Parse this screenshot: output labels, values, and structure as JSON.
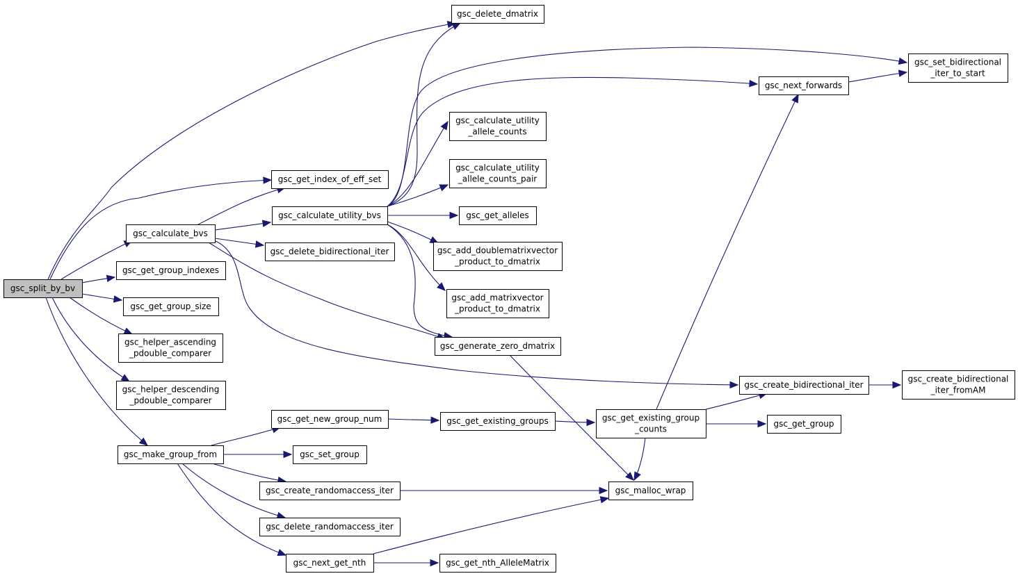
{
  "colors": {
    "edge": "#191970",
    "node_fill": "#ffffff",
    "root_fill": "#bfbfbf",
    "border": "#000000"
  },
  "nodes": [
    {
      "id": "split",
      "lines": [
        "gsc_split_by_bv"
      ],
      "root": true
    },
    {
      "id": "calc_bvs",
      "lines": [
        "gsc_calculate_bvs"
      ]
    },
    {
      "id": "grp_idx",
      "lines": [
        "gsc_get_group_indexes"
      ]
    },
    {
      "id": "grp_size",
      "lines": [
        "gsc_get_group_size"
      ]
    },
    {
      "id": "asc",
      "lines": [
        "gsc_helper_ascending",
        "_pdouble_comparer"
      ]
    },
    {
      "id": "desc",
      "lines": [
        "gsc_helper_descending",
        "_pdouble_comparer"
      ]
    },
    {
      "id": "make_grp",
      "lines": [
        "gsc_make_group_from"
      ]
    },
    {
      "id": "del_dm",
      "lines": [
        "gsc_delete_dmatrix"
      ]
    },
    {
      "id": "idx_eff",
      "lines": [
        "gsc_get_index_of_eff_set"
      ]
    },
    {
      "id": "calc_ubvs",
      "lines": [
        "gsc_calculate_utility_bvs"
      ]
    },
    {
      "id": "del_bi",
      "lines": [
        "gsc_delete_bidirectional_iter"
      ]
    },
    {
      "id": "new_grp",
      "lines": [
        "gsc_get_new_group_num"
      ]
    },
    {
      "id": "set_grp",
      "lines": [
        "gsc_set_group"
      ]
    },
    {
      "id": "create_ra",
      "lines": [
        "gsc_create_randomaccess_iter"
      ]
    },
    {
      "id": "del_ra",
      "lines": [
        "gsc_delete_randomaccess_iter"
      ]
    },
    {
      "id": "next_nth",
      "lines": [
        "gsc_next_get_nth"
      ]
    },
    {
      "id": "calc_uac",
      "lines": [
        "gsc_calculate_utility",
        "_allele_counts"
      ]
    },
    {
      "id": "calc_uacp",
      "lines": [
        "gsc_calculate_utility",
        "_allele_counts_pair"
      ]
    },
    {
      "id": "alleles",
      "lines": [
        "gsc_get_alleles"
      ]
    },
    {
      "id": "add_dmv",
      "lines": [
        "gsc_add_doublematrixvector",
        "_product_to_dmatrix"
      ]
    },
    {
      "id": "add_mv",
      "lines": [
        "gsc_add_matrixvector",
        "_product_to_dmatrix"
      ]
    },
    {
      "id": "gen_zero",
      "lines": [
        "gsc_generate_zero_dmatrix"
      ]
    },
    {
      "id": "exist_grps",
      "lines": [
        "gsc_get_existing_groups"
      ]
    },
    {
      "id": "nth_am",
      "lines": [
        "gsc_get_nth_AlleleMatrix"
      ]
    },
    {
      "id": "exist_cnt",
      "lines": [
        "gsc_get_existing_group",
        "_counts"
      ]
    },
    {
      "id": "malloc",
      "lines": [
        "gsc_malloc_wrap"
      ]
    },
    {
      "id": "next_fwd",
      "lines": [
        "gsc_next_forwards"
      ]
    },
    {
      "id": "create_bi",
      "lines": [
        "gsc_create_bidirectional_iter"
      ]
    },
    {
      "id": "get_grp",
      "lines": [
        "gsc_get_group"
      ]
    },
    {
      "id": "set_bi",
      "lines": [
        "gsc_set_bidirectional",
        "_iter_to_start"
      ]
    },
    {
      "id": "create_bi_am",
      "lines": [
        "gsc_create_bidirectional",
        "_iter_fromAM"
      ]
    }
  ],
  "edges": [
    {
      "from": "split",
      "to": "del_dm"
    },
    {
      "from": "split",
      "to": "idx_eff"
    },
    {
      "from": "split",
      "to": "calc_bvs"
    },
    {
      "from": "split",
      "to": "grp_idx"
    },
    {
      "from": "split",
      "to": "grp_size"
    },
    {
      "from": "split",
      "to": "asc"
    },
    {
      "from": "split",
      "to": "desc"
    },
    {
      "from": "split",
      "to": "make_grp"
    },
    {
      "from": "calc_bvs",
      "to": "idx_eff"
    },
    {
      "from": "calc_bvs",
      "to": "calc_ubvs"
    },
    {
      "from": "calc_bvs",
      "to": "del_bi"
    },
    {
      "from": "calc_bvs",
      "to": "gen_zero"
    },
    {
      "from": "calc_bvs",
      "to": "create_bi"
    },
    {
      "from": "calc_ubvs",
      "to": "del_dm"
    },
    {
      "from": "calc_ubvs",
      "to": "set_bi"
    },
    {
      "from": "calc_ubvs",
      "to": "next_fwd"
    },
    {
      "from": "calc_ubvs",
      "to": "calc_uac"
    },
    {
      "from": "calc_ubvs",
      "to": "calc_uacp"
    },
    {
      "from": "calc_ubvs",
      "to": "alleles"
    },
    {
      "from": "calc_ubvs",
      "to": "add_dmv"
    },
    {
      "from": "calc_ubvs",
      "to": "add_mv"
    },
    {
      "from": "calc_ubvs",
      "to": "gen_zero"
    },
    {
      "from": "make_grp",
      "to": "new_grp"
    },
    {
      "from": "make_grp",
      "to": "set_grp"
    },
    {
      "from": "make_grp",
      "to": "create_ra"
    },
    {
      "from": "make_grp",
      "to": "del_ra"
    },
    {
      "from": "make_grp",
      "to": "next_nth"
    },
    {
      "from": "new_grp",
      "to": "exist_grps"
    },
    {
      "from": "exist_grps",
      "to": "exist_cnt"
    },
    {
      "from": "exist_cnt",
      "to": "next_fwd"
    },
    {
      "from": "exist_cnt",
      "to": "create_bi"
    },
    {
      "from": "exist_cnt",
      "to": "get_grp"
    },
    {
      "from": "exist_cnt",
      "to": "malloc"
    },
    {
      "from": "create_ra",
      "to": "malloc"
    },
    {
      "from": "next_nth",
      "to": "malloc"
    },
    {
      "from": "next_nth",
      "to": "nth_am"
    },
    {
      "from": "gen_zero",
      "to": "malloc"
    },
    {
      "from": "next_fwd",
      "to": "set_bi"
    },
    {
      "from": "create_bi",
      "to": "create_bi_am"
    }
  ]
}
